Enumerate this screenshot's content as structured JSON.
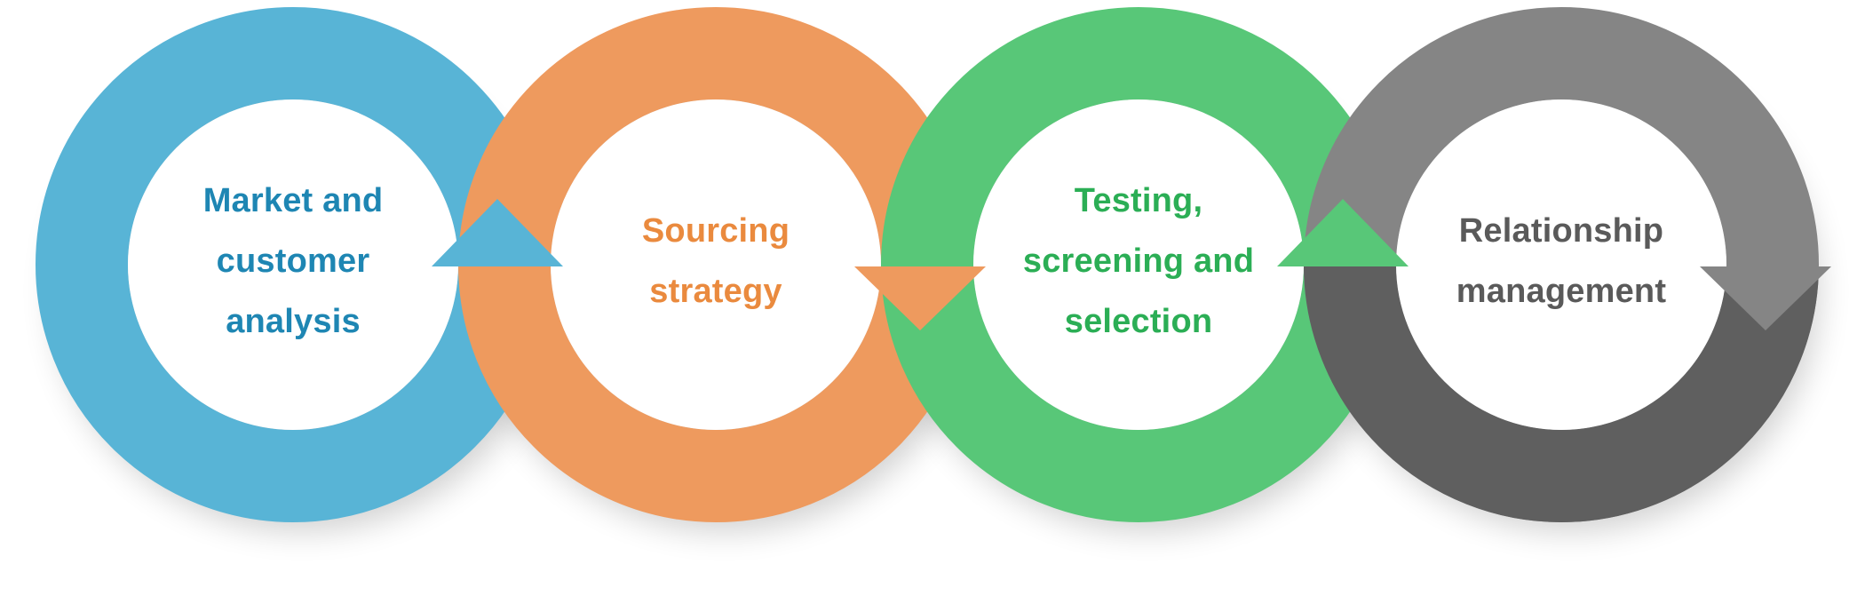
{
  "diagram": {
    "steps": [
      {
        "label_lines": [
          "Market and",
          "customer",
          "analysis"
        ],
        "ring_color": "#58B4D6",
        "ring_color_dark": "#58B4D6",
        "text_color": "#1E86B3",
        "arrow": "up"
      },
      {
        "label_lines": [
          "Sourcing",
          "strategy"
        ],
        "ring_color": "#EE9A5E",
        "ring_color_dark": "#EE9A5E",
        "text_color": "#EA8A3E",
        "arrow": "down"
      },
      {
        "label_lines": [
          "Testing,",
          "screening and",
          "selection"
        ],
        "ring_color": "#58C778",
        "ring_color_dark": "#58C778",
        "text_color": "#2BAE55",
        "arrow": "up"
      },
      {
        "label_lines": [
          "Relationship",
          "management"
        ],
        "ring_color": "#858585",
        "ring_color_dark": "#5F5F5F",
        "text_color": "#5A5A5A",
        "arrow": "down"
      }
    ]
  }
}
